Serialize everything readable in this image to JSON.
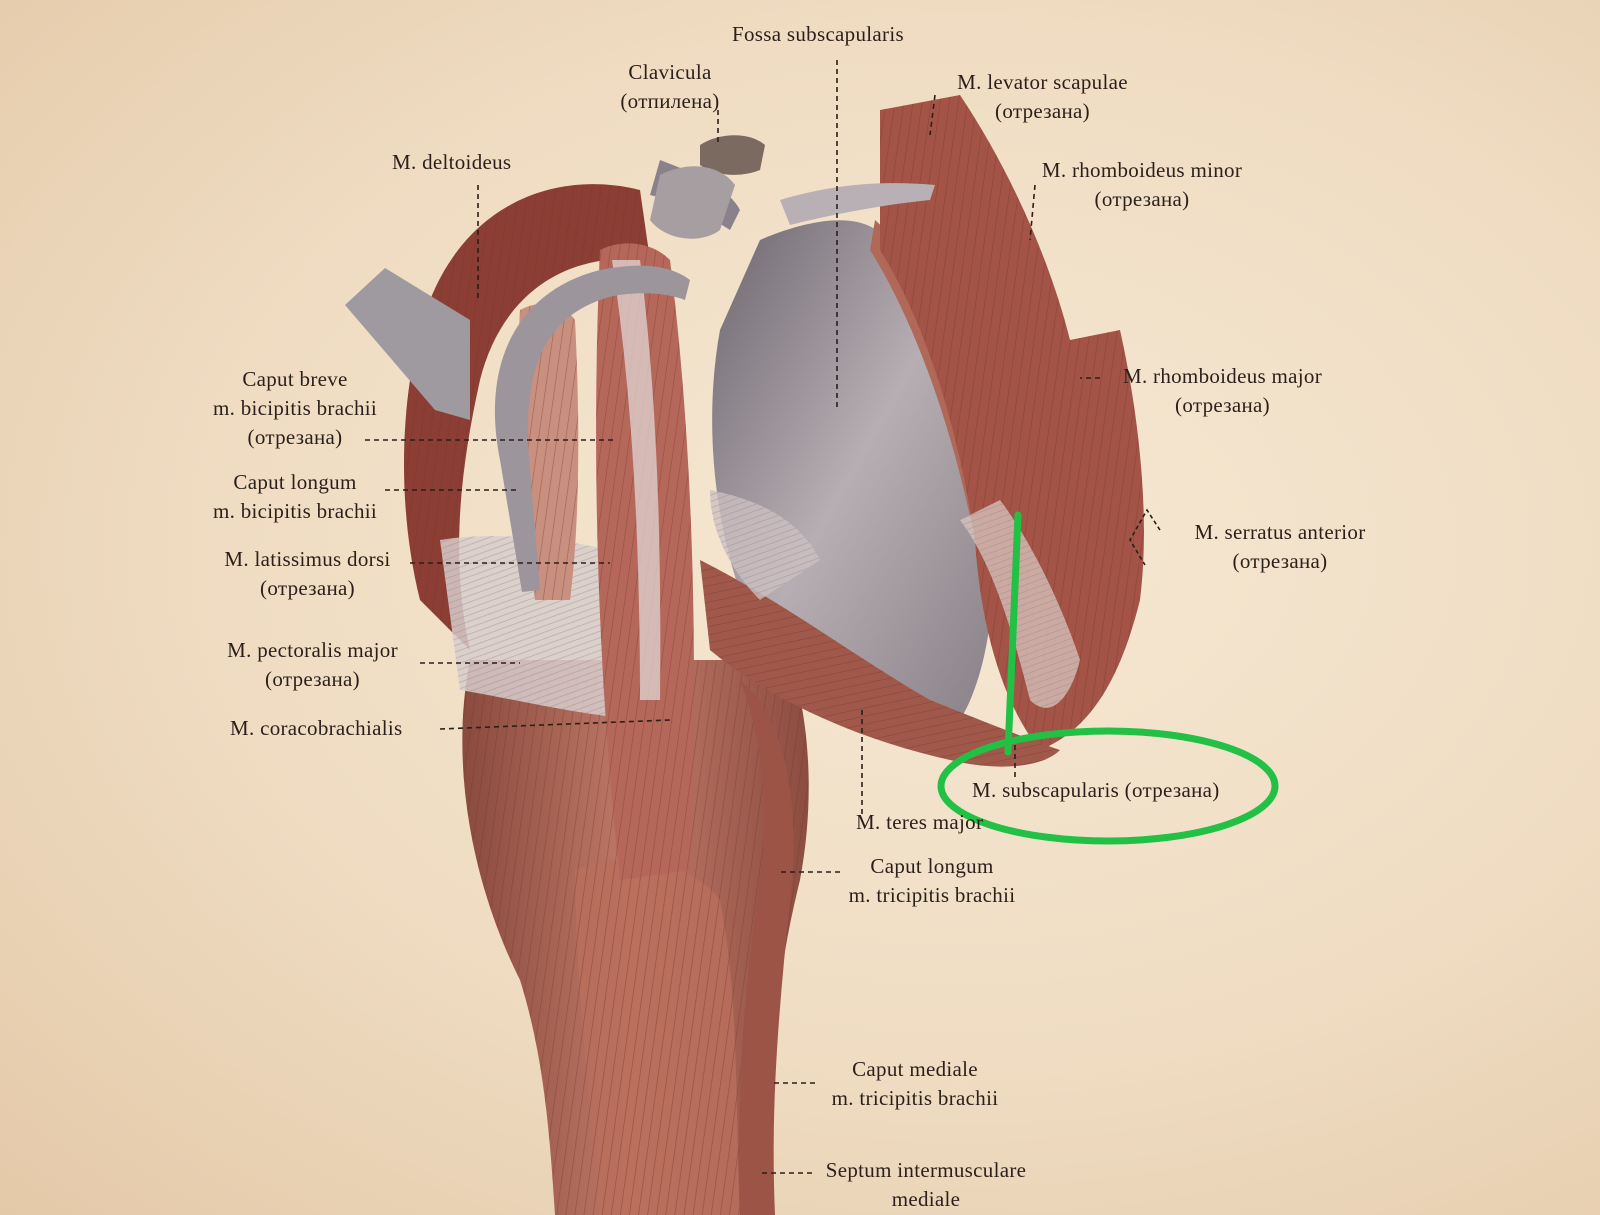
{
  "labels": {
    "fossa_subscapularis": "Fossa subscapularis",
    "clavicula": [
      "Clavicula",
      "(отпилена)"
    ],
    "levator_scapulae": [
      "M. levator scapulae",
      "(отрезана)"
    ],
    "deltoideus": "M. deltoideus",
    "rhomboideus_minor": [
      "M. rhomboideus minor",
      "(отрезана)"
    ],
    "rhomboideus_major": [
      "M. rhomboideus major",
      "(отрезана)"
    ],
    "caput_breve": [
      "Caput breve",
      "m. bicipitis brachii",
      "(отрезана)"
    ],
    "caput_longum_biceps": [
      "Caput longum",
      "m. bicipitis brachii"
    ],
    "latissimus_dorsi": [
      "M. latissimus dorsi",
      "(отрезана)"
    ],
    "serratus_anterior": [
      "M. serratus anterior",
      "(отрезана)"
    ],
    "pectoralis_major": [
      "M. pectoralis major",
      "(отрезана)"
    ],
    "coracobrachialis": "M. coracobrachialis",
    "subscapularis": "M. subscapularis (отрезана)",
    "teres_major": "M. teres major",
    "caput_longum_triceps": [
      "Caput longum",
      "m. tricipitis brachii"
    ],
    "caput_mediale_triceps": [
      "Caput mediale",
      "m. tricipitis brachii"
    ],
    "septum": [
      "Septum intermusculare",
      "mediale"
    ]
  },
  "highlight_color": "#22c044"
}
